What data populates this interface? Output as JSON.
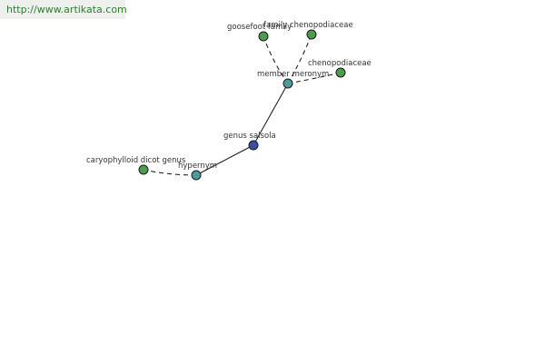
{
  "watermark": {
    "text": "http://www.artikata.com"
  },
  "colors": {
    "center_node": "#3a4fa0",
    "relation_node": "#4f9b9b",
    "leaf_node": "#4e9a4e",
    "edge": "#111111"
  },
  "graph": {
    "nodes": {
      "genus_salsola": {
        "label": "genus salsola",
        "kind": "center"
      },
      "member_meronym": {
        "label": "member meronym",
        "kind": "relation"
      },
      "hypernym": {
        "label": "hypernym",
        "kind": "relation"
      },
      "goosefoot_family": {
        "label": "goosefoot family",
        "kind": "leaf"
      },
      "family_chenopodiaceae": {
        "label": "family chenopodiaceae",
        "kind": "leaf"
      },
      "chenopodiaceae": {
        "label": "chenopodiaceae",
        "kind": "leaf"
      },
      "caryophylloid_dicot_genus": {
        "label": "caryophylloid dicot genus",
        "kind": "leaf"
      }
    },
    "edges": [
      {
        "from": "genus_salsola",
        "to": "member_meronym",
        "style": "solid"
      },
      {
        "from": "genus_salsola",
        "to": "hypernym",
        "style": "solid"
      },
      {
        "from": "member_meronym",
        "to": "goosefoot_family",
        "style": "dashed"
      },
      {
        "from": "member_meronym",
        "to": "family_chenopodiaceae",
        "style": "dashed"
      },
      {
        "from": "member_meronym",
        "to": "chenopodiaceae",
        "style": "dashed"
      },
      {
        "from": "hypernym",
        "to": "caryophylloid_dicot_genus",
        "style": "dashed"
      }
    ]
  }
}
